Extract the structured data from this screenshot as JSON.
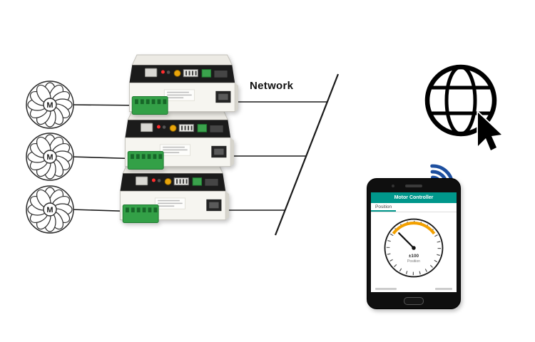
{
  "title": "Motor controller network diagram",
  "network": {
    "label": "Network"
  },
  "motors": [
    {
      "label": "M"
    },
    {
      "label": "M"
    },
    {
      "label": "M"
    }
  ],
  "controllers": [
    {
      "name": "motor-controller-1"
    },
    {
      "name": "motor-controller-2"
    },
    {
      "name": "motor-controller-3"
    }
  ],
  "phone": {
    "app_title": "Motor Controller",
    "tab": "Position",
    "gauge": {
      "value": "±100",
      "label": "Position"
    }
  },
  "icons": {
    "globe": "internet-globe-icon",
    "cursor": "mouse-cursor-icon",
    "wifi": "wifi-signal-icon"
  },
  "colors": {
    "wifi_blue": "#1d4f9f",
    "app_header_teal": "#00978b",
    "gauge_arc_orange": "#f2a000",
    "terminal_green": "#33a047",
    "led_red": "#ff2d2d"
  }
}
